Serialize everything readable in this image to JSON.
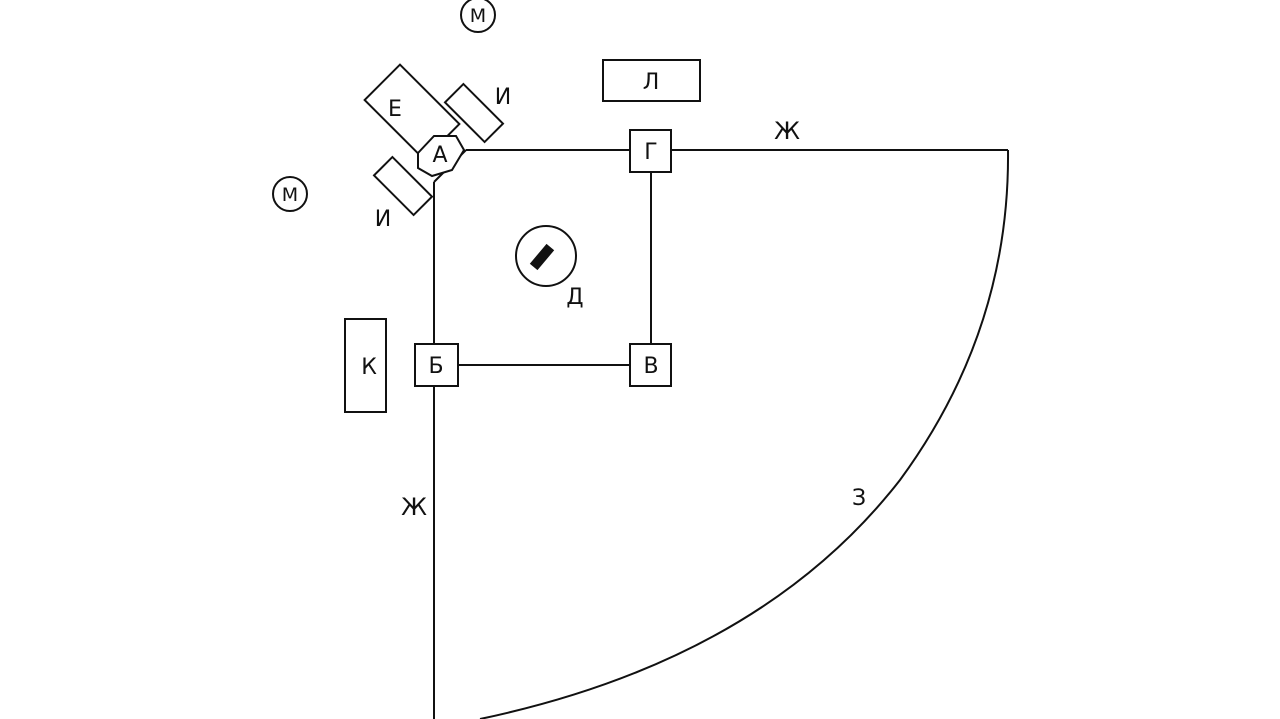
{
  "labels": {
    "home_plate": "А",
    "first_base": "Г",
    "second_base": "В",
    "third_base": "Б",
    "pitcher": "Д",
    "catcher_box": "Е",
    "batter_box": "И",
    "foul_line": "Ж",
    "outfield_fence": "З",
    "coach_box": "К",
    "coach_box_2": "Л",
    "waiting_circle": "М"
  },
  "colors": {
    "ink": "#111111",
    "background": "#ffffff"
  }
}
